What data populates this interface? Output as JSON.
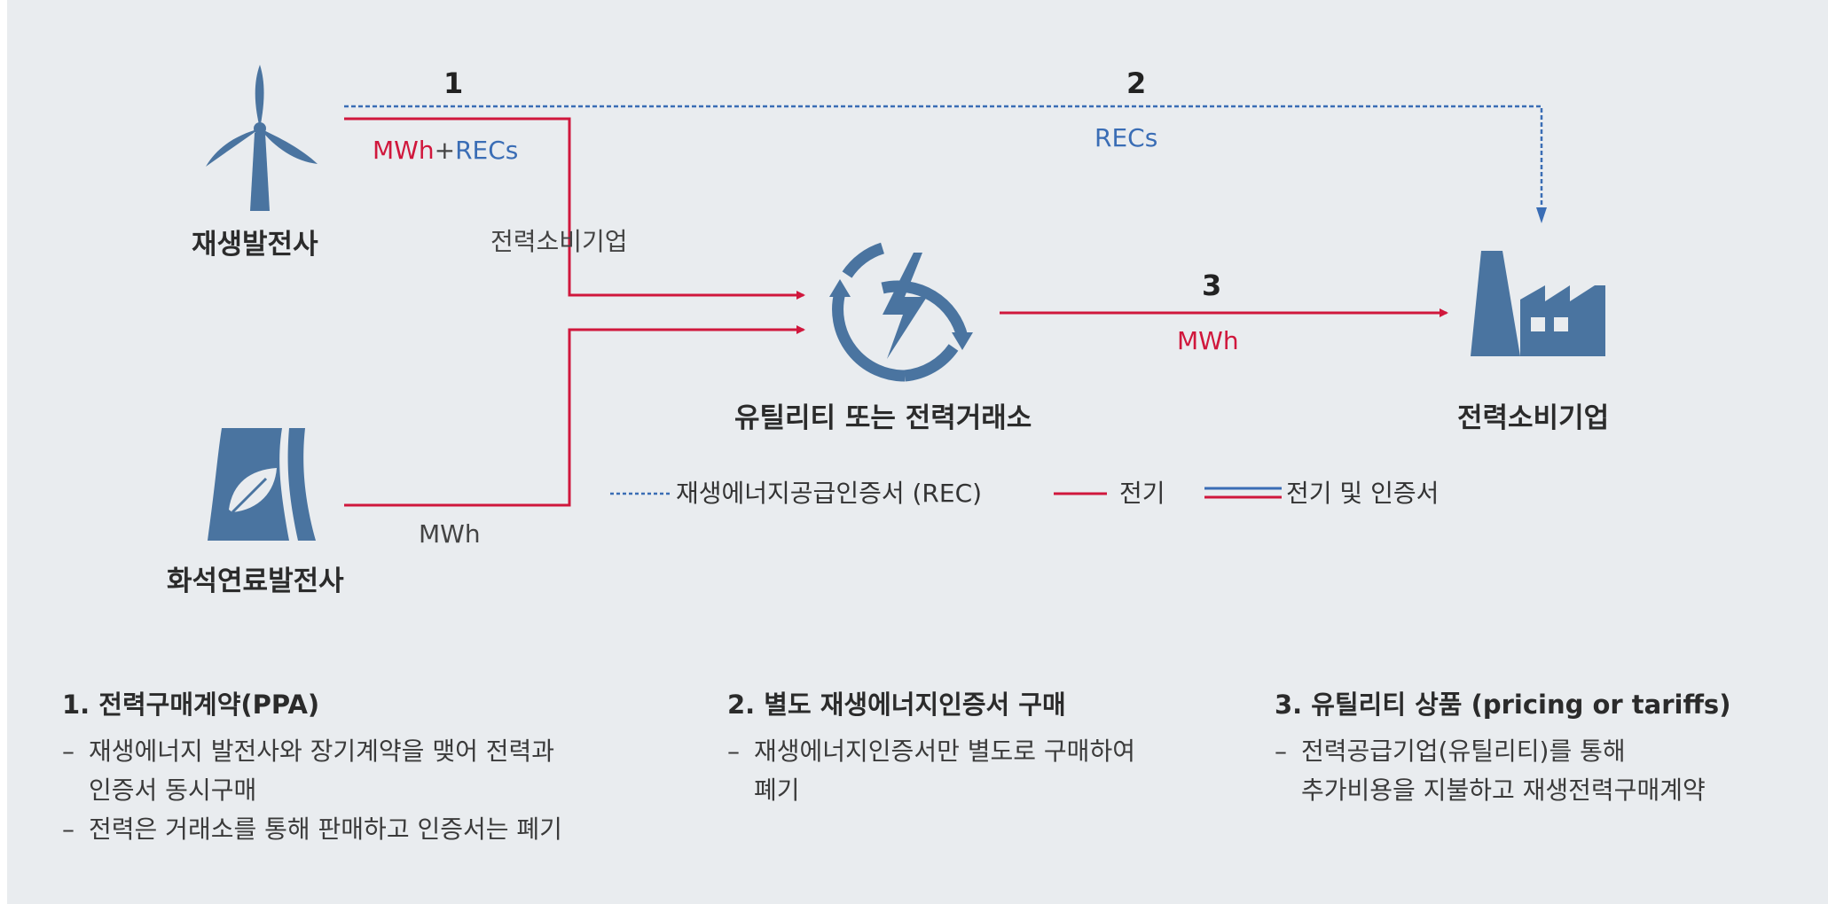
{
  "nodes": {
    "wind": "재생발전사",
    "fossil": "화석연료발전사",
    "utility": "유틸리티 또는 전력거래소",
    "consumer": "전력소비기업"
  },
  "flows": {
    "n1": "1",
    "n2": "2",
    "n3": "3",
    "mwh_red": "MWh",
    "plus": "+",
    "recs_a": "RECs",
    "recs_b": "RECs",
    "consumer_mid": "전력소비기업",
    "mwh_out": "MWh",
    "mwh_fossil": "MWh"
  },
  "legend": {
    "rec": "재생에너지공급인증서 (REC)",
    "power": "전기",
    "both": "전기 및 인증서"
  },
  "notes": [
    {
      "title": "1. 전력구매계약(PPA)",
      "lines": [
        {
          "dash": "–",
          "text": "재생에너지 발전사와 장기계약을 맺어 전력과"
        },
        {
          "dash": "",
          "text": "인증서 동시구매"
        },
        {
          "dash": "–",
          "text": "전력은 거래소를 통해 판매하고 인증서는 폐기"
        }
      ]
    },
    {
      "title": "2. 별도 재생에너지인증서 구매",
      "lines": [
        {
          "dash": "–",
          "text": "재생에너지인증서만 별도로 구매하여"
        },
        {
          "dash": "",
          "text": "폐기"
        }
      ]
    },
    {
      "title": "3. 유틸리티 상품 (pricing or tariffs)",
      "lines": [
        {
          "dash": "–",
          "text": "전력공급기업(유틸리티)를 통해"
        },
        {
          "dash": "",
          "text": "추가비용을 지불하고 재생전력구매계약"
        }
      ]
    }
  ],
  "colors": {
    "red": "#d0173c",
    "blue": "#3a6db5",
    "icon": "#4a74a0",
    "background": "#e9ecef"
  },
  "icons": [
    "wind-turbine-icon",
    "power-plant-leaf-icon",
    "lightning-cycle-icon",
    "factory-icon"
  ]
}
